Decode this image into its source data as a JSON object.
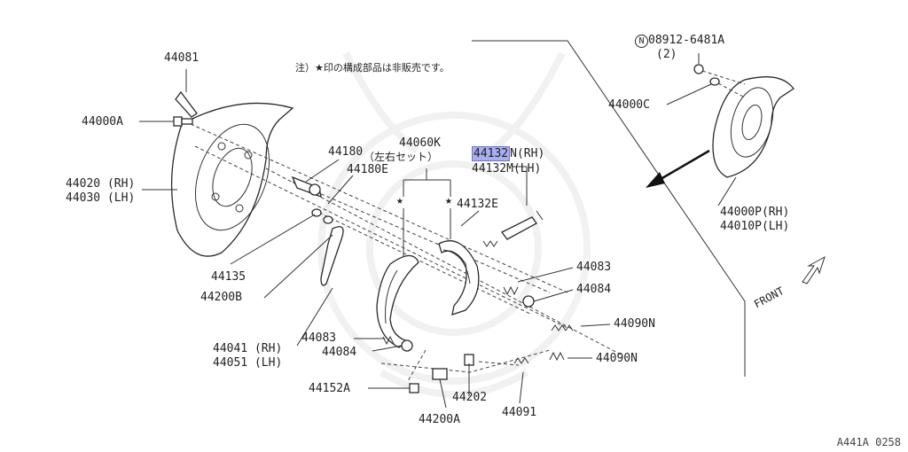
{
  "note": "注）★印の構成部品は非販売です。",
  "front_label": "FRONT",
  "diagram_code": "A441A 0258",
  "labels": {
    "p44081": "44081",
    "p44000a": "44000A",
    "p44020": "44020 (RH)",
    "p44030": "44030 (LH)",
    "p44180": "44180",
    "p44180e": "44180E",
    "p44060k": "44060K",
    "p44060k_sub": "（左右セット）",
    "p44132n_hl": "44132",
    "p44132n_rest": "N(RH)",
    "p44132m": "44132M(LH)",
    "p44132e": "44132E",
    "p44135": "44135",
    "p44200b": "44200B",
    "p44041": "44041 (RH)",
    "p44051": "44051 (LH)",
    "p44083a": "44083",
    "p44084a": "44084",
    "p44083b": "44083",
    "p44084b": "44084",
    "p44090n_a": "44090N",
    "p44090n_b": "44090N",
    "p44152a": "44152A",
    "p44202": "44202",
    "p44200a": "44200A",
    "p44091": "44091",
    "p08912": "08912-6481A",
    "p08912_qty": "(2)",
    "p44000c": "44000C",
    "p44000p": "44000P(RH)",
    "p44010p": "44010P(LH)"
  },
  "icons": {
    "circled_n": "N",
    "star": "★"
  }
}
